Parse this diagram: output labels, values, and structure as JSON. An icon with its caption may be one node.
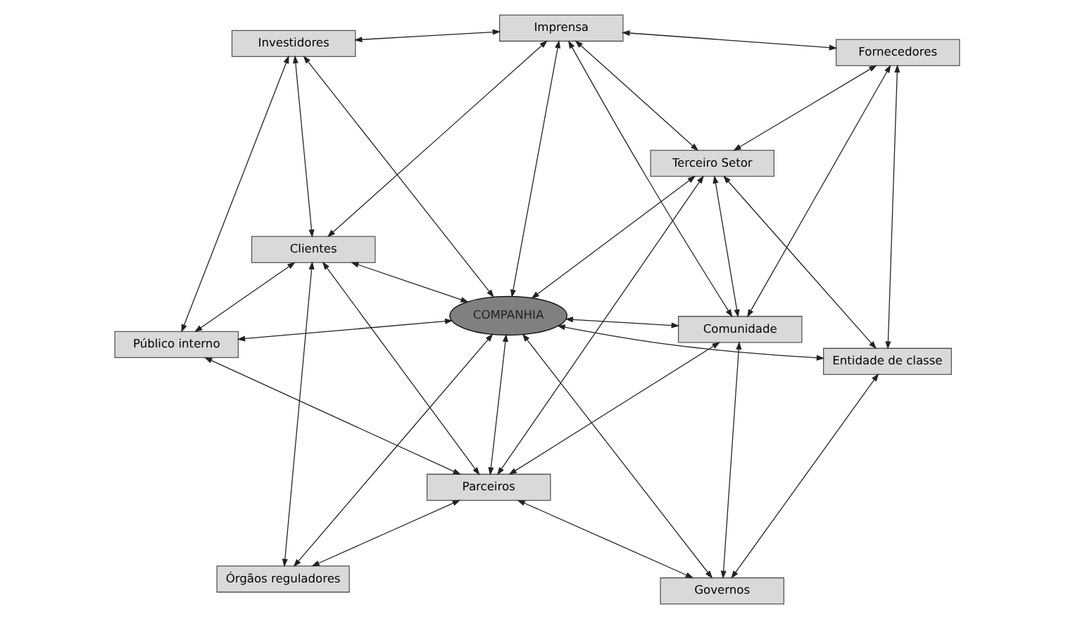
{
  "diagram": {
    "nodes": [
      {
        "text": [
          "COMPANHIA"
        ]
      },
      {
        "text": [
          "Clientes"
        ]
      },
      {
        "text": [
          "Público interno"
        ]
      },
      {
        "text": [
          "Investidores"
        ]
      },
      {
        "text": [
          "Imprensa"
        ]
      },
      {
        "text": [
          "Fornecedores"
        ]
      },
      {
        "text": [
          "Comunidade"
        ]
      },
      {
        "text": [
          "Terceiro Setor"
        ]
      },
      {
        "text": [
          "Entidade de classe"
        ]
      },
      {
        "text": [
          "Governos"
        ]
      },
      {
        "text": [
          "Parceiros"
        ]
      },
      {
        "text": [
          "Órgãos reguladores"
        ]
      }
    ],
    "edges": [
      {
        "from": 11,
        "to": 1,
        "arrow": "both"
      },
      {
        "from": 1,
        "to": 2,
        "arrow": "both"
      },
      {
        "from": 2,
        "to": 3,
        "arrow": "both"
      },
      {
        "from": 3,
        "to": 4,
        "arrow": "both"
      },
      {
        "from": 4,
        "to": 5,
        "arrow": "both"
      },
      {
        "from": 5,
        "to": 6,
        "arrow": "both"
      },
      {
        "from": 7,
        "to": 6,
        "arrow": "both"
      },
      {
        "from": 8,
        "to": 7,
        "arrow": "both"
      },
      {
        "from": 9,
        "to": 8,
        "arrow": "both"
      },
      {
        "from": 10,
        "to": 9,
        "arrow": "both"
      },
      {
        "from": 11,
        "to": 10,
        "arrow": "both"
      },
      {
        "from": 0,
        "to": 1,
        "arrow": "both"
      },
      {
        "from": 0,
        "to": 2,
        "arrow": "both"
      },
      {
        "from": 0,
        "to": 3,
        "arrow": "both"
      },
      {
        "from": 0,
        "to": 4,
        "arrow": "both"
      },
      {
        "from": 0,
        "to": 6,
        "arrow": "both"
      },
      {
        "from": 0,
        "to": 7,
        "arrow": "both"
      },
      {
        "from": 0,
        "to": 8,
        "arrow": "both"
      },
      {
        "from": 0,
        "to": 9,
        "arrow": "both"
      },
      {
        "from": 0,
        "to": 10,
        "arrow": "both"
      },
      {
        "from": 11,
        "to": 0,
        "arrow": "both"
      },
      {
        "from": 1,
        "to": 10,
        "arrow": "both"
      },
      {
        "from": 1,
        "to": 3,
        "arrow": "both"
      },
      {
        "from": 1,
        "to": 4,
        "arrow": "both"
      },
      {
        "from": 10,
        "to": 2,
        "arrow": "both"
      },
      {
        "from": 10,
        "to": 7,
        "arrow": "both"
      },
      {
        "from": 10,
        "to": 6,
        "arrow": "both"
      },
      {
        "from": 9,
        "to": 6,
        "arrow": "both"
      },
      {
        "from": 8,
        "to": 5,
        "arrow": "both"
      },
      {
        "from": 7,
        "to": 4,
        "arrow": "both"
      },
      {
        "from": 7,
        "to": 5,
        "arrow": "both"
      },
      {
        "from": 6,
        "to": 4,
        "arrow": "both"
      }
    ]
  }
}
